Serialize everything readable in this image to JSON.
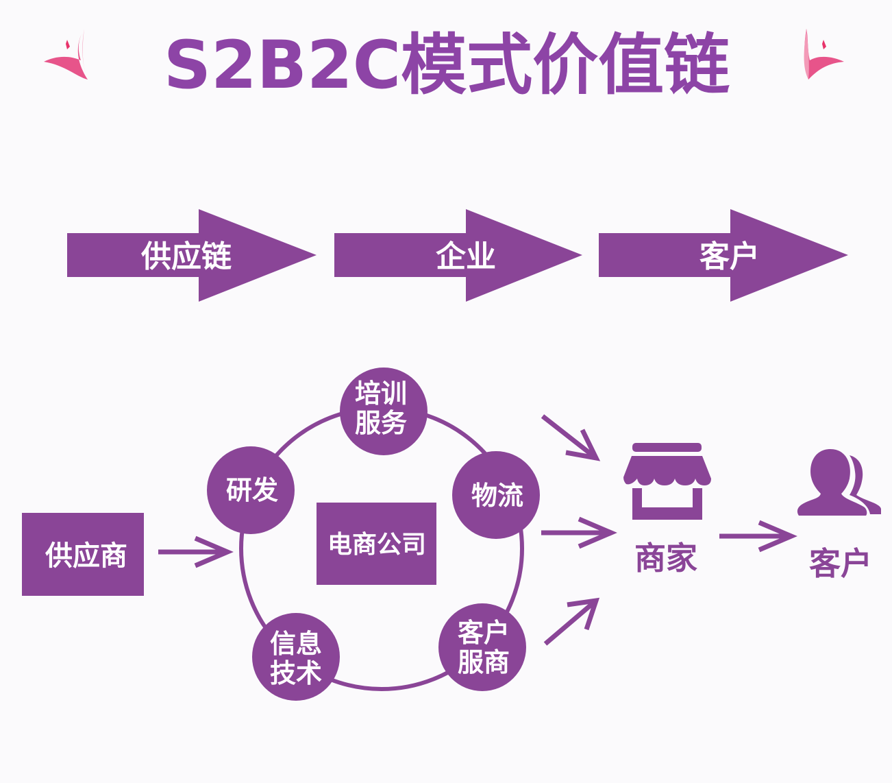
{
  "title": "S2B2C模式价值链",
  "chain": [
    "供应链",
    "企业",
    "客户"
  ],
  "supplier": "供应商",
  "center": "电商公司",
  "services": [
    {
      "line1": "培训",
      "line2": "服务"
    },
    {
      "line1": "研发",
      "line2": ""
    },
    {
      "line1": "物流",
      "line2": ""
    },
    {
      "line1": "信息",
      "line2": "技术"
    },
    {
      "line1": "客户",
      "line2": "服商"
    }
  ],
  "merchant": {
    "label": "商家",
    "icon": "store-icon"
  },
  "customer": {
    "label": "客户",
    "icon": "users-icon"
  },
  "colors": {
    "primary": "#8a4597",
    "title": "#8d44a6",
    "accent_pink": "#e8336b",
    "background": "#fbfafc"
  }
}
